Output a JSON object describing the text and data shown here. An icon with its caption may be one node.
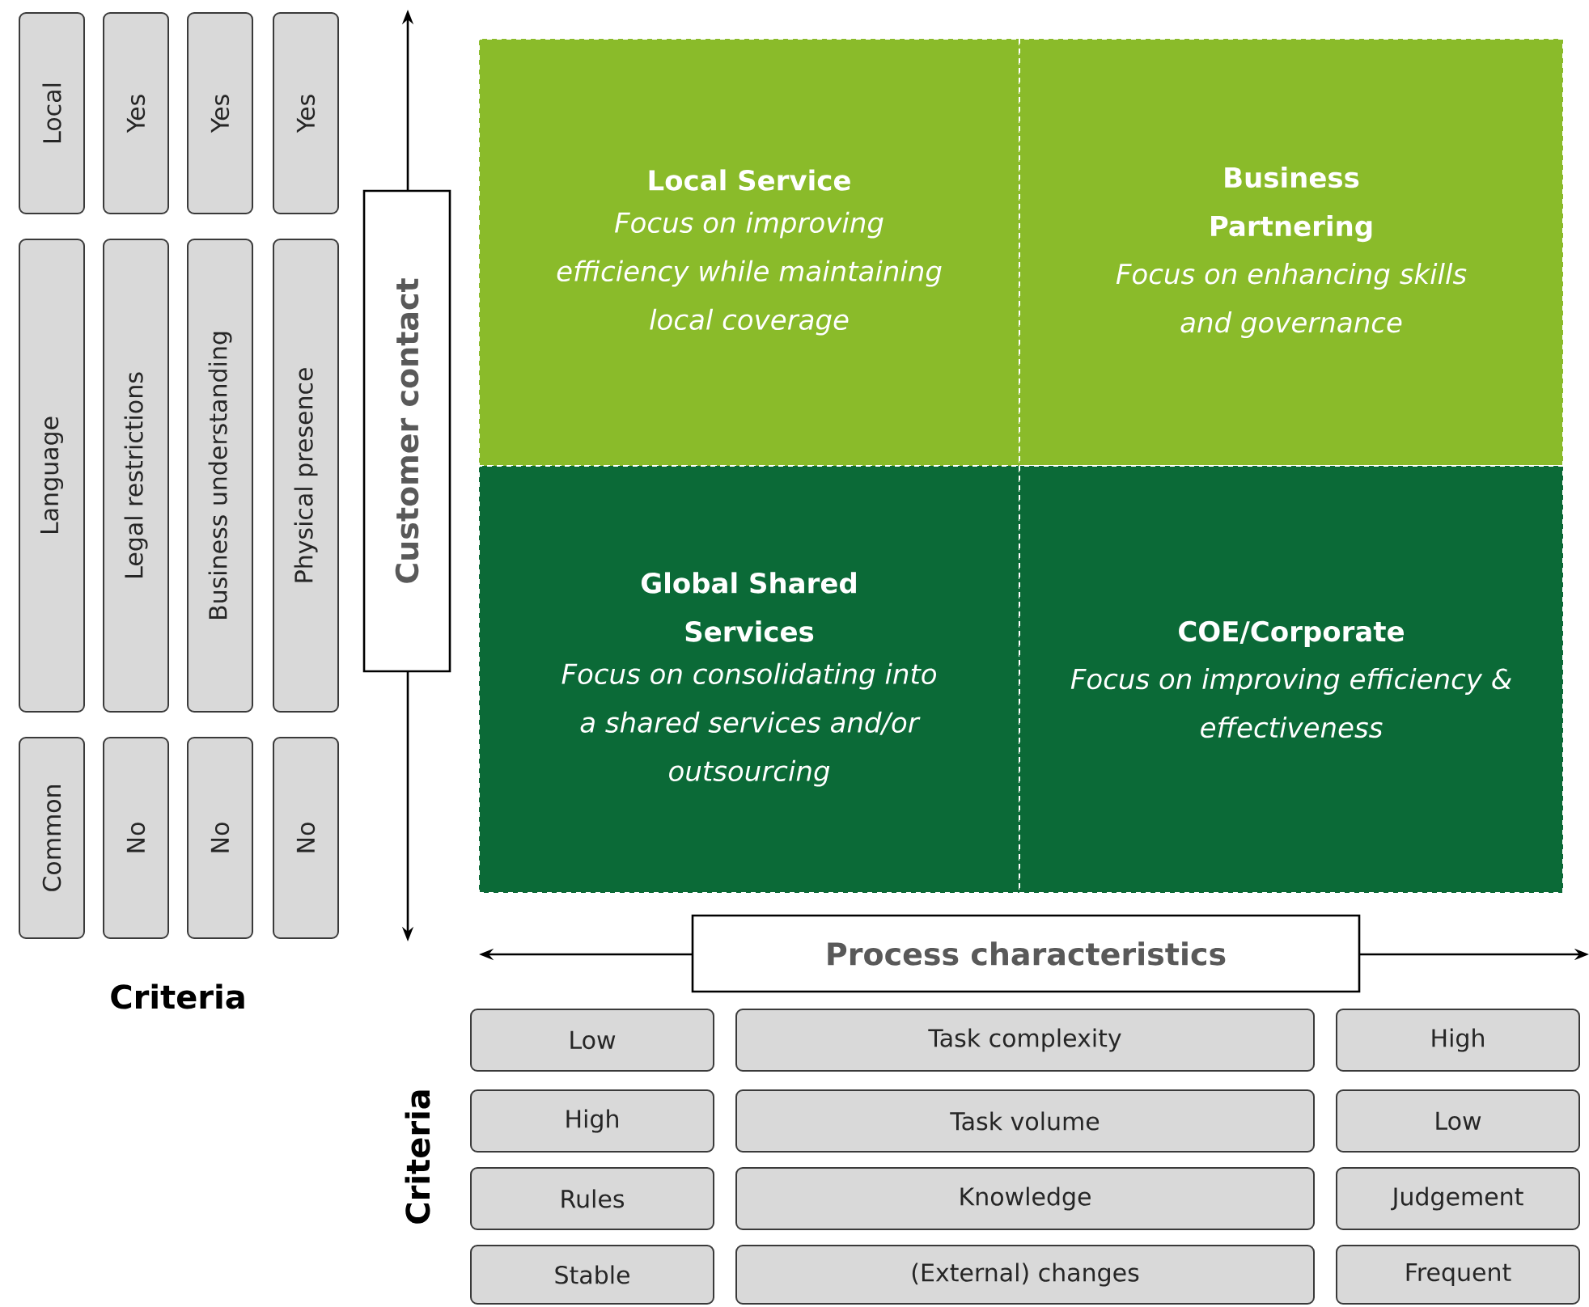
{
  "diagram": {
    "nodes": [
      {
        "text": [
          "Local"
        ]
      },
      {
        "text": [
          "Yes"
        ]
      },
      {
        "text": [
          "Yes"
        ]
      },
      {
        "text": [
          "Yes"
        ]
      },
      {
        "text": [
          "Language"
        ]
      },
      {
        "text": [
          "Legal restrictions"
        ]
      },
      {
        "text": [
          "Business understanding"
        ]
      },
      {
        "text": [
          "Physical presence"
        ]
      },
      {
        "text": [
          "Common"
        ]
      },
      {
        "text": [
          "No"
        ]
      },
      {
        "text": [
          "No"
        ]
      },
      {
        "text": [
          "No"
        ]
      },
      {
        "text": [
          "Customer contact"
        ]
      },
      {
        "text": [
          "Local Service",
          "Focus on improving efficiency while maintaining local coverage"
        ]
      },
      {
        "text": [
          "Business Partnering",
          "Focus on enhancing skills and governance"
        ]
      },
      {
        "text": [
          "Global Shared Services",
          "Focus on consolidating into a shared services and/or outsourcing"
        ]
      },
      {
        "text": [
          "COE/Corporate",
          "Focus on improving efficiency & effectiveness"
        ]
      },
      {
        "text": [
          "Process characteristics"
        ]
      },
      {
        "text": [
          "Low"
        ]
      },
      {
        "text": [
          "Task complexity"
        ]
      },
      {
        "text": [
          "High"
        ]
      },
      {
        "text": [
          "High"
        ]
      },
      {
        "text": [
          "Task volume"
        ]
      },
      {
        "text": [
          "Low"
        ]
      },
      {
        "text": [
          "Rules"
        ]
      },
      {
        "text": [
          "Knowledge"
        ]
      },
      {
        "text": [
          "Judgement"
        ]
      },
      {
        "text": [
          "Stable"
        ]
      },
      {
        "text": [
          "(External) changes"
        ]
      },
      {
        "text": [
          "Frequent"
        ]
      }
    ],
    "labels": [
      "Criteria",
      "Criteria"
    ]
  }
}
